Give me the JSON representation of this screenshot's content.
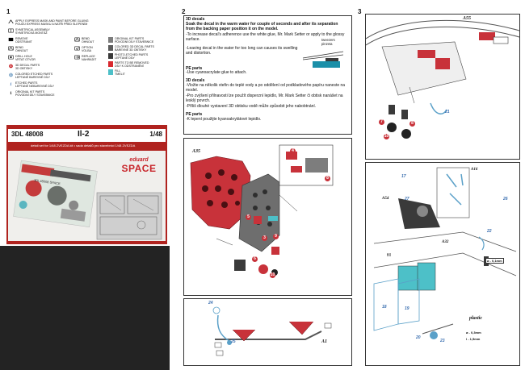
{
  "page_numbers": {
    "p1": "1",
    "p2": "2",
    "p3": "3"
  },
  "legend": [
    {
      "icon": "bend-and-apply-icon",
      "text": "APPLY EXPRESS MASK AND PAINT BEFORE GLUING\nPOUŽIJ EXPRESS MASKU A NATŘI PŘED SLEPENÍM"
    },
    {
      "icon": "symmetrical-assembly-icon",
      "text": "SYMETRICAL ASSEMBLY\nSYMETRICKÁ MONTÁŽ"
    },
    {
      "icon": "remove-icon",
      "text": "REMOVE\nODSTRANIT"
    },
    {
      "icon": "bend-icon",
      "text": "BEND\nOHNOUT"
    },
    {
      "icon": "drill-hole-icon",
      "text": "DRILL HOLE\nVRTAT OTVOR"
    },
    {
      "icon": "decal-icon",
      "text": "3D DECAL PARTS\n3D OBTISKY"
    },
    {
      "icon": "colored-pe-icon",
      "text": "COLORED ETCHED PARTS\nLEPTANÉ BAREVNÉ DÍLY"
    },
    {
      "icon": "etched-icon",
      "text": "ETCHED PARTS\nLEPTANÉ NEBAREVNÉ DÍLY"
    },
    {
      "icon": "kit-parts-icon",
      "text": "ORIGINAL KIT PARTS\nPOVODNÍ DÍLY STAVEBNICE"
    }
  ],
  "legend_right": [
    {
      "icon": "bend-icon",
      "text": "BEND\nOHNOUT"
    },
    {
      "icon": "option-icon",
      "text": "OPTION\nVOLBA"
    },
    {
      "icon": "replace-icon",
      "text": "REPLACE\nNAHRADIT"
    }
  ],
  "color_key": [
    {
      "color": "#7d7d7d",
      "text": "ORIGINAL KIT PARTS\nPŮVODNÍ DÍLY STAVEBNICE"
    },
    {
      "color": "#5c5c5c",
      "text": "COLORED 3D DECAL PARTS\nBAREVNÉ 3D OBTISKY"
    },
    {
      "color": "#3a3a3a",
      "text": "PHOTO-ETCHED PARTS\nLEPTANÉ DÍLY"
    },
    {
      "color": "#d8292f",
      "text": "PARTS TO BE REMOVED\nDÍLY K ODSTRANĚNÍ"
    },
    {
      "color": "#4dc0c8",
      "text": "FILL\nTMELIT"
    }
  ],
  "product": {
    "code": "3DL 48008",
    "name": "Il-2",
    "scale": "1/48",
    "subtitle": "detail set for 1/48 ZVEZDA kit • sada detailů pro stavebnici 1/48 ZVEZDA",
    "brand_top": "eduard",
    "brand_bottom": "SPACE",
    "fret_label": "3DL48008 SPACE"
  },
  "decal_instructions": {
    "heading": "3D decals",
    "en": [
      "Soak the decal in the warm water for couple of seconds and after its separation from the backing paper position it on the model.",
      "-To increase decal's adherence use the white glue, Mr. Mark Setter or apply to the glossy surface.",
      "-Leaving decal in the water for too long can causes its swelling and distortion."
    ],
    "tweezers_label": "tweezers\npinzeta",
    "pe_heading": "PE parts",
    "pe_en": "-Use cyanoacrylate glue to attach.",
    "cz_heading": "3D decals",
    "cz": [
      "-Vložte na několik vteřin do teplé vody a po oddělení od podkladového papíru naneste na model.",
      "-Pro zvýšení přilnavosti lze použít disperzní lepidlo, Mr. Mark Setter či obtisk nanášet na lesklý povrch.",
      "-Příliš dlouhé vystavení 3D obtisku vodě může způsobit jeho nabobtnání."
    ],
    "pe_cz_heading": "PE parts",
    "pe_cz": "-K lepení použijte kyanoakrylátové lepidlo."
  },
  "callouts_p2": {
    "a35": "A35",
    "a1": "A1",
    "parts": [
      "4",
      "8",
      "5",
      "3",
      "6",
      "9",
      "10",
      "24",
      "25",
      "7"
    ]
  },
  "callouts_p3": {
    "a55": "A55",
    "a54": "A54",
    "a16": "A16",
    "a32": "A32",
    "fill": "fill",
    "plastic": "plastic",
    "dims1": "ø - 0,1mm",
    "dims2": "ø - 0,3mm",
    "dims3": "l - 1,5mm",
    "parts": [
      "7",
      "8",
      "10",
      "21",
      "17",
      "26",
      "27",
      "18",
      "19",
      "20",
      "22",
      "23",
      "16",
      "11",
      "12",
      "13"
    ]
  }
}
